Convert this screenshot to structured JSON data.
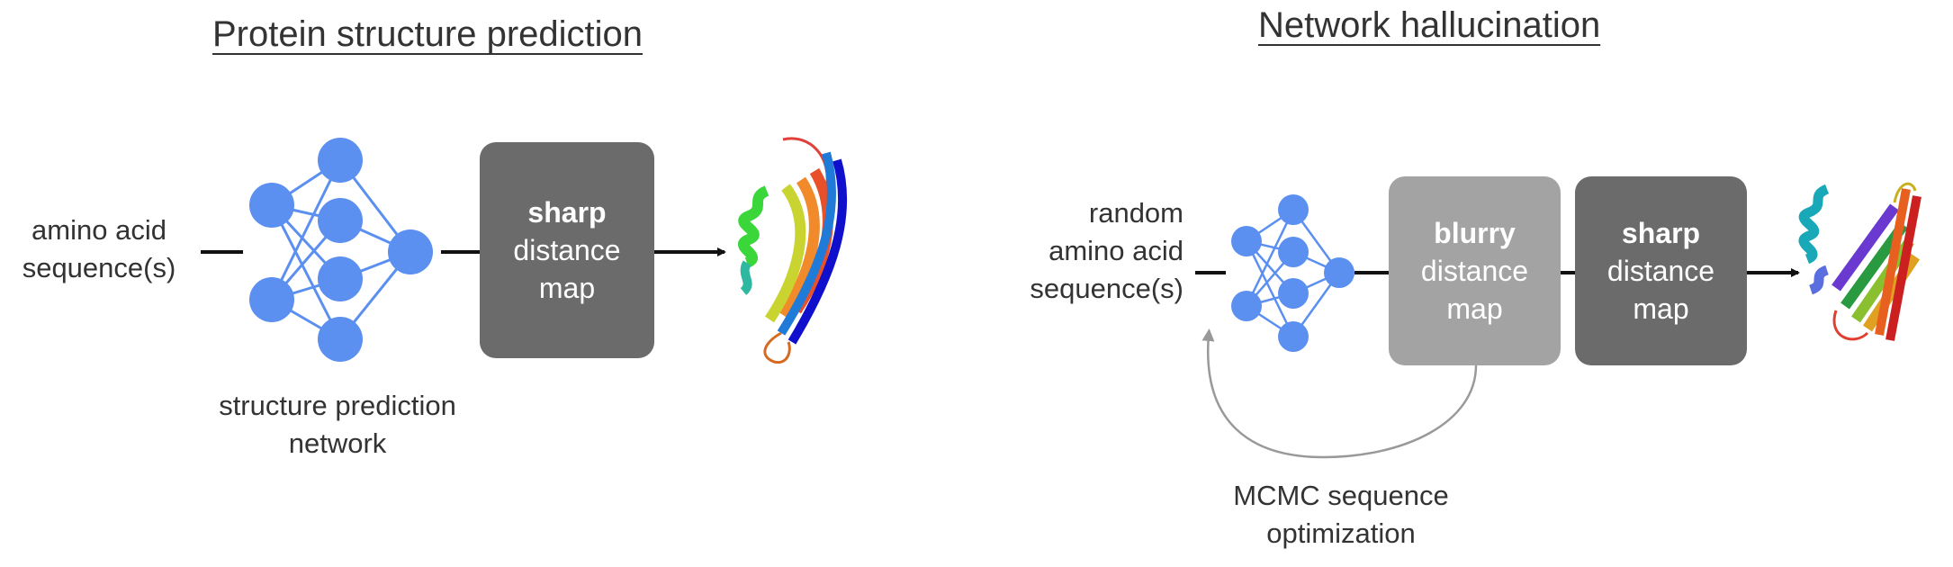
{
  "left": {
    "title": "Protein structure prediction",
    "input_label": [
      "amino acid",
      "sequence(s)"
    ],
    "network_label": [
      "structure prediction",
      "network"
    ],
    "box": {
      "bold": "sharp",
      "line1": "distance",
      "line2": "map"
    }
  },
  "right": {
    "title": "Network hallucination",
    "input_label": [
      "random",
      "amino acid",
      "sequence(s)"
    ],
    "box1": {
      "bold": "blurry",
      "line1": "distance",
      "line2": "map"
    },
    "box2": {
      "bold": "sharp",
      "line1": "distance",
      "line2": "map"
    },
    "loop_label": [
      "MCMC sequence",
      "optimization"
    ]
  },
  "colors": {
    "node": "#5b8ff0",
    "edge": "#5b8ff0",
    "dark_box": "#6b6b6b",
    "light_box": "#a3a3a3"
  }
}
